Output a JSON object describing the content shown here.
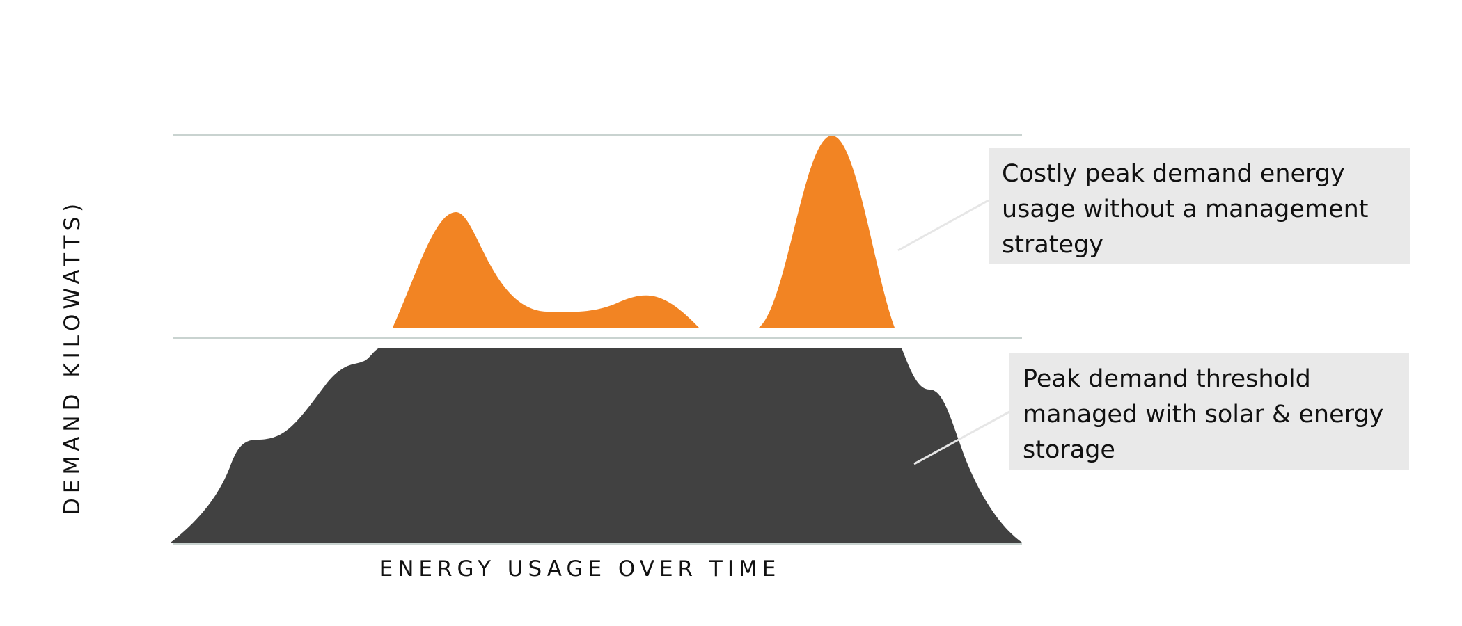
{
  "diagram": {
    "y_axis_label": "DEMAND KILOWATTS)",
    "x_axis_label": "ENERGY USAGE OVER TIME",
    "callouts": {
      "peak": "Costly peak demand energy usage without a management strategy",
      "managed": "Peak demand threshold managed with solar & energy storage"
    },
    "colors": {
      "peak_fill": "#f28423",
      "base_fill": "#414141",
      "guide_lines": "#c9d3d0",
      "callout_background": "#e9e9e9",
      "leader_lines": "#e6e6e6"
    }
  }
}
